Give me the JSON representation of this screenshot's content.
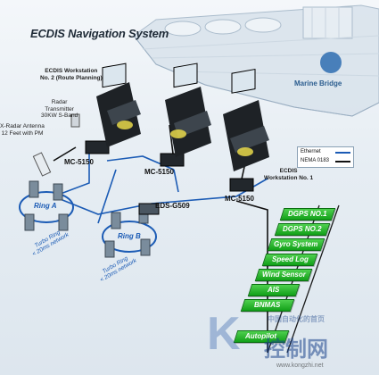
{
  "title": "ECDIS Navigation System",
  "marine_bridge": "Marine Bridge",
  "workstation2": [
    "ECDIS Workstation",
    "No. 2 (Route Planning)"
  ],
  "workstation1": [
    "ECDIS",
    "Workstation No. 1"
  ],
  "radar_transmitter": [
    "Radar",
    "Transmitter",
    "30KW S-Band"
  ],
  "radar_antenna": [
    "X-Radar Antenna",
    "12 Feet with PM"
  ],
  "devices": {
    "mc1": "MC-5150",
    "mc2": "MC-5150",
    "mc3": "MC-5150",
    "eds": "EDS-G509"
  },
  "rings": {
    "a": "Ring A",
    "b": "Ring B",
    "turbo_a": [
      "Turbo Ring",
      "< 20ms network"
    ],
    "turbo_b": [
      "Turbo Ring",
      "< 20ms network"
    ]
  },
  "legend": [
    {
      "label": "Ethernet",
      "color": "#1b5bb5"
    },
    {
      "label": "NEMA 0183",
      "color": "#111111"
    }
  ],
  "sensors": [
    "DGPS NO.1",
    "DGPS NO.2",
    "Gyro System",
    "Speed Log",
    "Wind Sensor",
    "AIS",
    "BNMAS",
    "Autopilot"
  ],
  "watermark": {
    "big": "控制网",
    "sub": "中国自动化的首页",
    "url": "www.kongzhi.net"
  }
}
